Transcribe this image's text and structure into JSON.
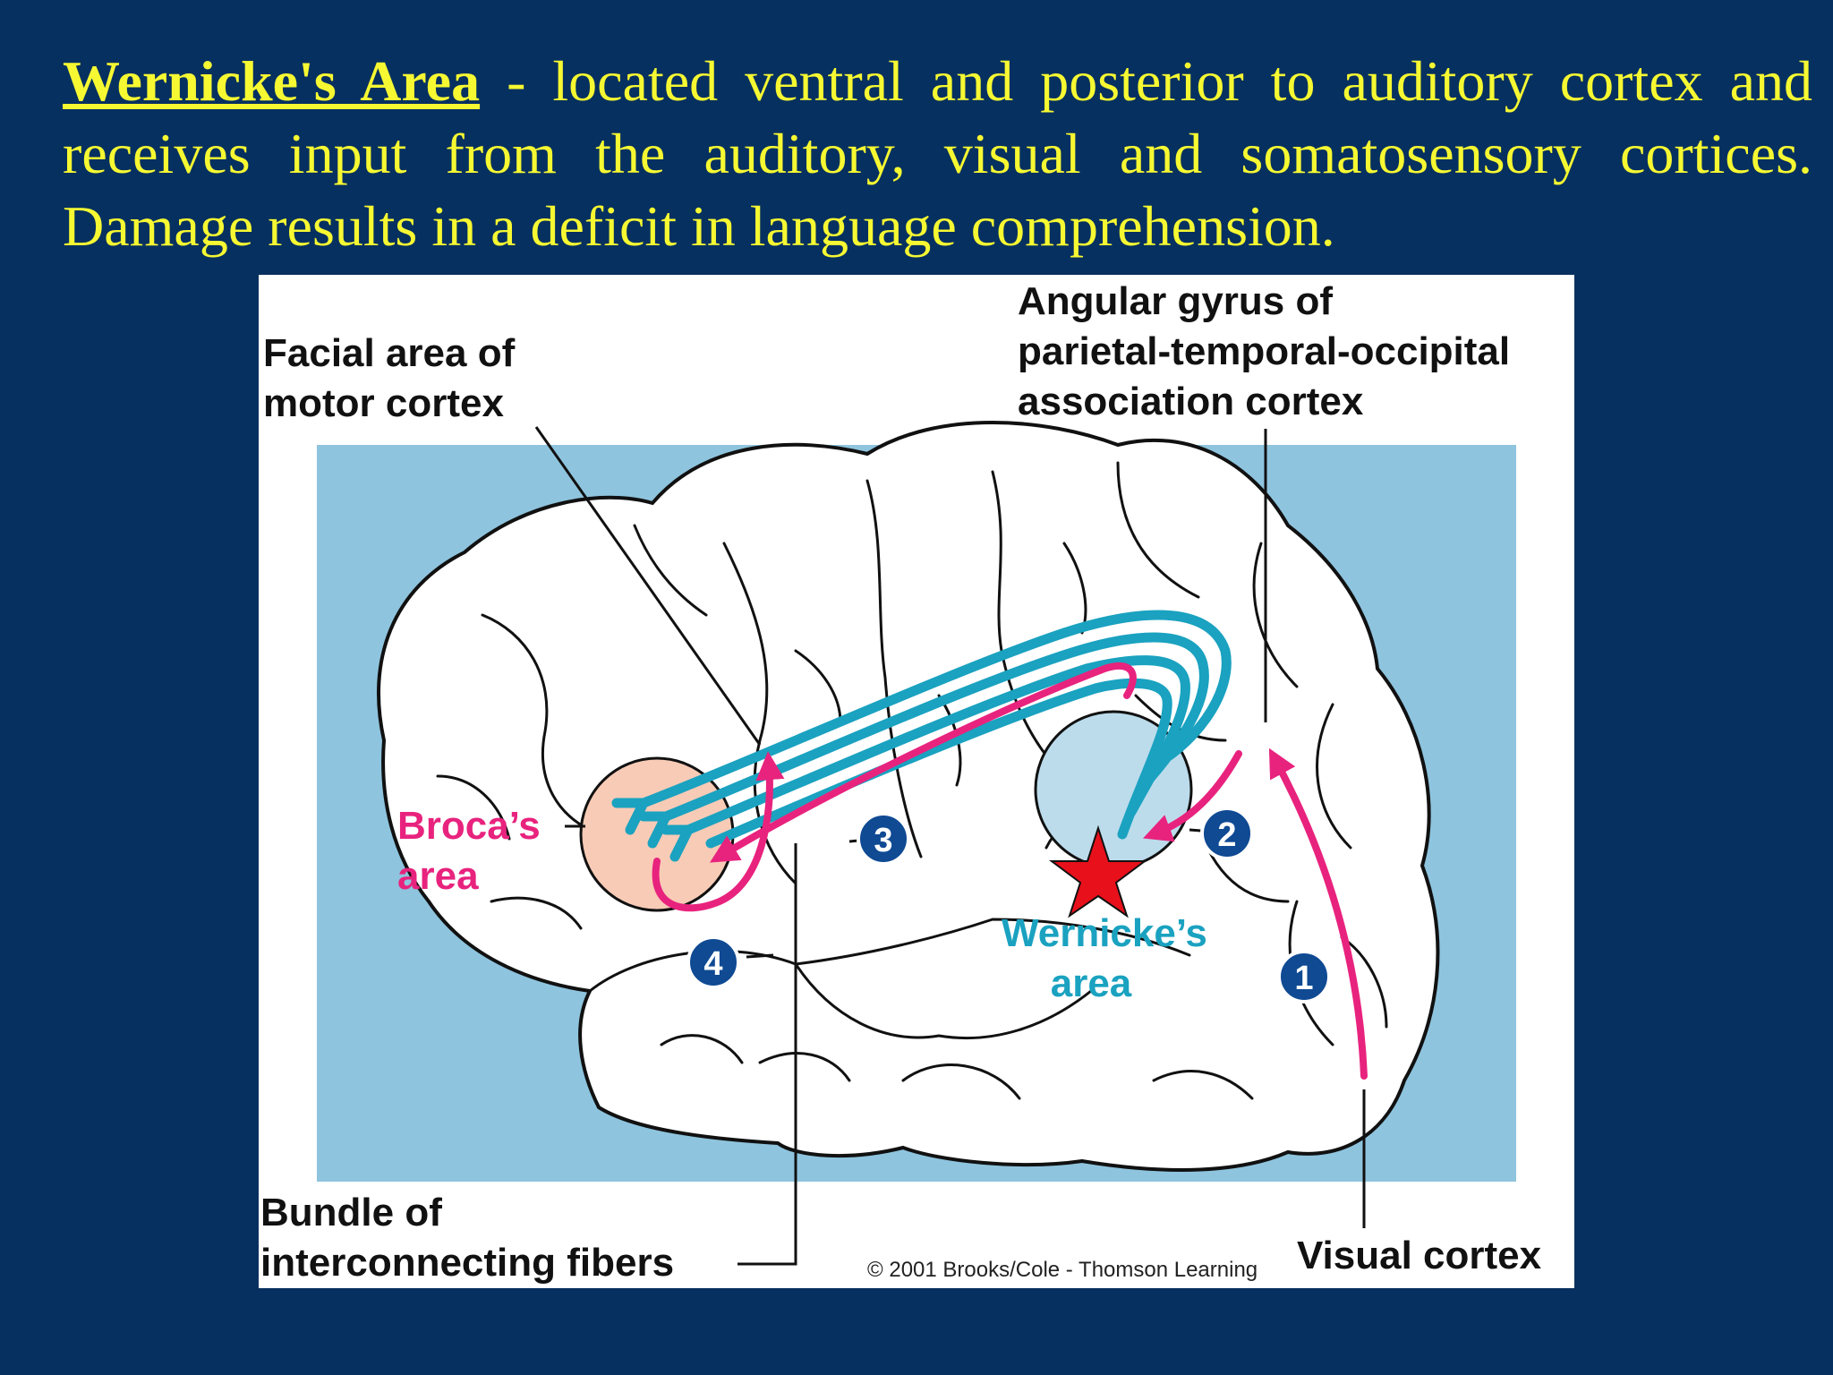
{
  "slide": {
    "term": "Wernicke's Area",
    "description": " - located ventral and posterior to auditory cortex and receives input from the auditory, visual and somatosensory cortices. Damage results in a deficit in language comprehension."
  },
  "figure": {
    "labels": {
      "facial_area": [
        "Facial area of",
        "motor cortex"
      ],
      "angular_gyrus": [
        "Angular gyrus of",
        "parietal-temporal-occipital",
        "association cortex"
      ],
      "brocas_area": [
        "Broca’s",
        "area"
      ],
      "wernickes_area": [
        "Wernicke’s",
        "area"
      ],
      "bundle": [
        "Bundle of",
        "interconnecting fibers"
      ],
      "visual_cortex": "Visual cortex"
    },
    "steps": [
      "1",
      "2",
      "3",
      "4"
    ],
    "credit": "© 2001 Brooks/Cole - Thomson Learning",
    "colors": {
      "background": "#06305f",
      "heading_text": "#f6f832",
      "panel": "#8ec4de",
      "fibers": "#1aa2c0",
      "pathway": "#e8237e",
      "broca_region": "#f8cbb6",
      "wernicke_region": "#bcdcec",
      "step_badge": "#0f4a93",
      "lesion_star": "#e8101b"
    }
  }
}
